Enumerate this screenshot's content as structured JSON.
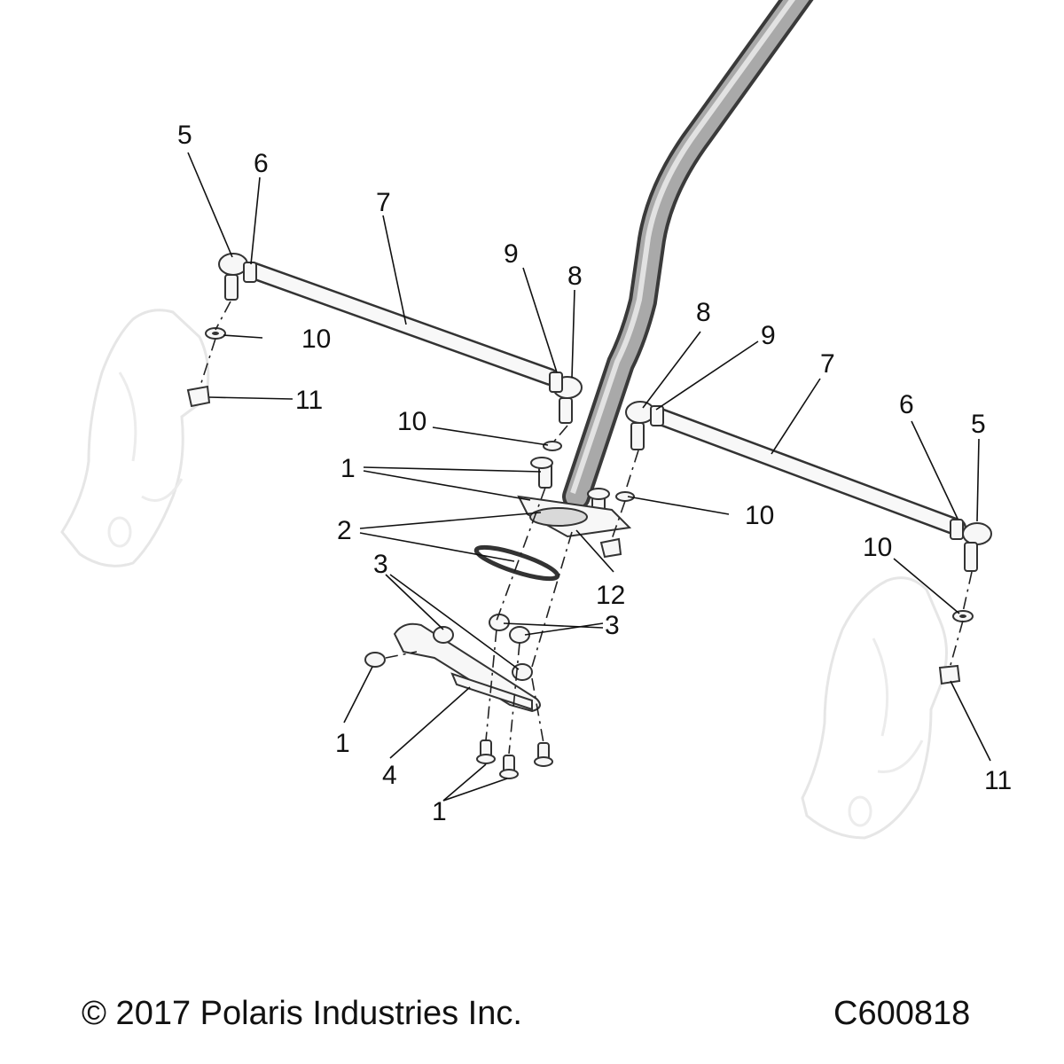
{
  "callouts": {
    "c1_top": "1",
    "c1_left": "1",
    "c1_bottom": "1",
    "c2": "2",
    "c3_left": "3",
    "c3_right": "3",
    "c4": "4",
    "c5_left": "5",
    "c5_right": "5",
    "c6_left": "6",
    "c6_right": "6",
    "c7_left": "7",
    "c7_right": "7",
    "c8_left": "8",
    "c8_right": "8",
    "c9_left": "9",
    "c9_right": "9",
    "c10_left": "10",
    "c10_center": "10",
    "c10_mid_right": "10",
    "c10_right": "10",
    "c11_left": "11",
    "c11_right": "11",
    "c12": "12"
  },
  "footer": {
    "copyright": "© 2017 Polaris Industries Inc.",
    "drawing_id": "C600818"
  }
}
